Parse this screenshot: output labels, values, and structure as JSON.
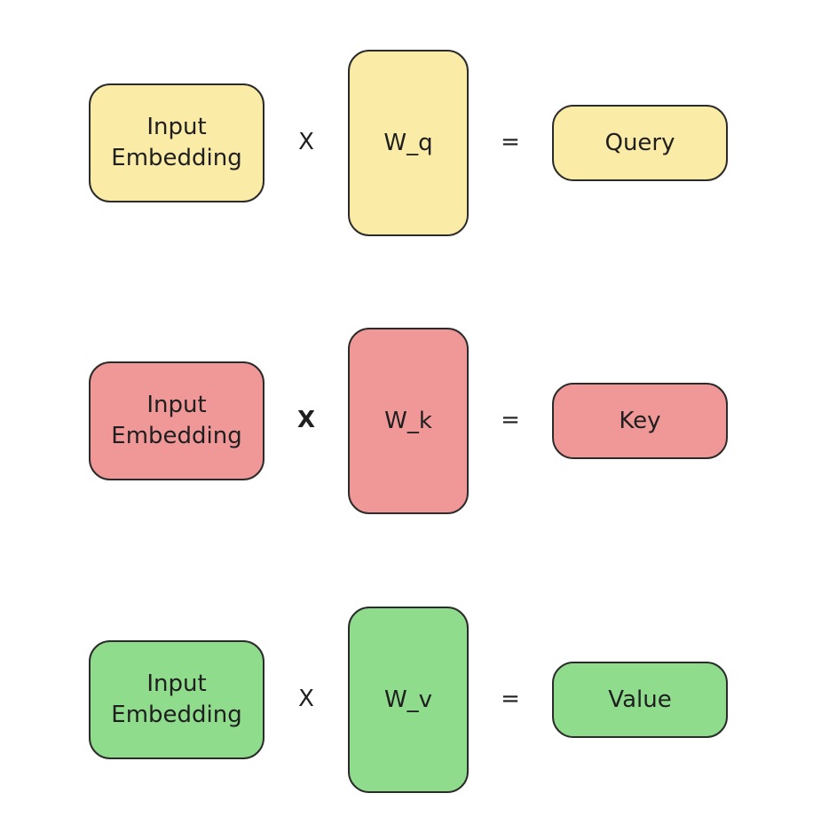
{
  "colors": {
    "query": "#faeba6",
    "key": "#f09898",
    "value": "#8fdc8c",
    "border": "#2b2b2b",
    "background": "#ffffff"
  },
  "rows": [
    {
      "input_label": "Input\nEmbedding",
      "times_symbol": "X",
      "weight_label": "W_q",
      "equals_symbol": "=",
      "output_label": "Query"
    },
    {
      "input_label": "Input\nEmbedding",
      "times_symbol": "X",
      "weight_label": "W_k",
      "equals_symbol": "=",
      "output_label": "Key"
    },
    {
      "input_label": "Input\nEmbedding",
      "times_symbol": "X",
      "weight_label": "W_v",
      "equals_symbol": "=",
      "output_label": "Value"
    }
  ]
}
